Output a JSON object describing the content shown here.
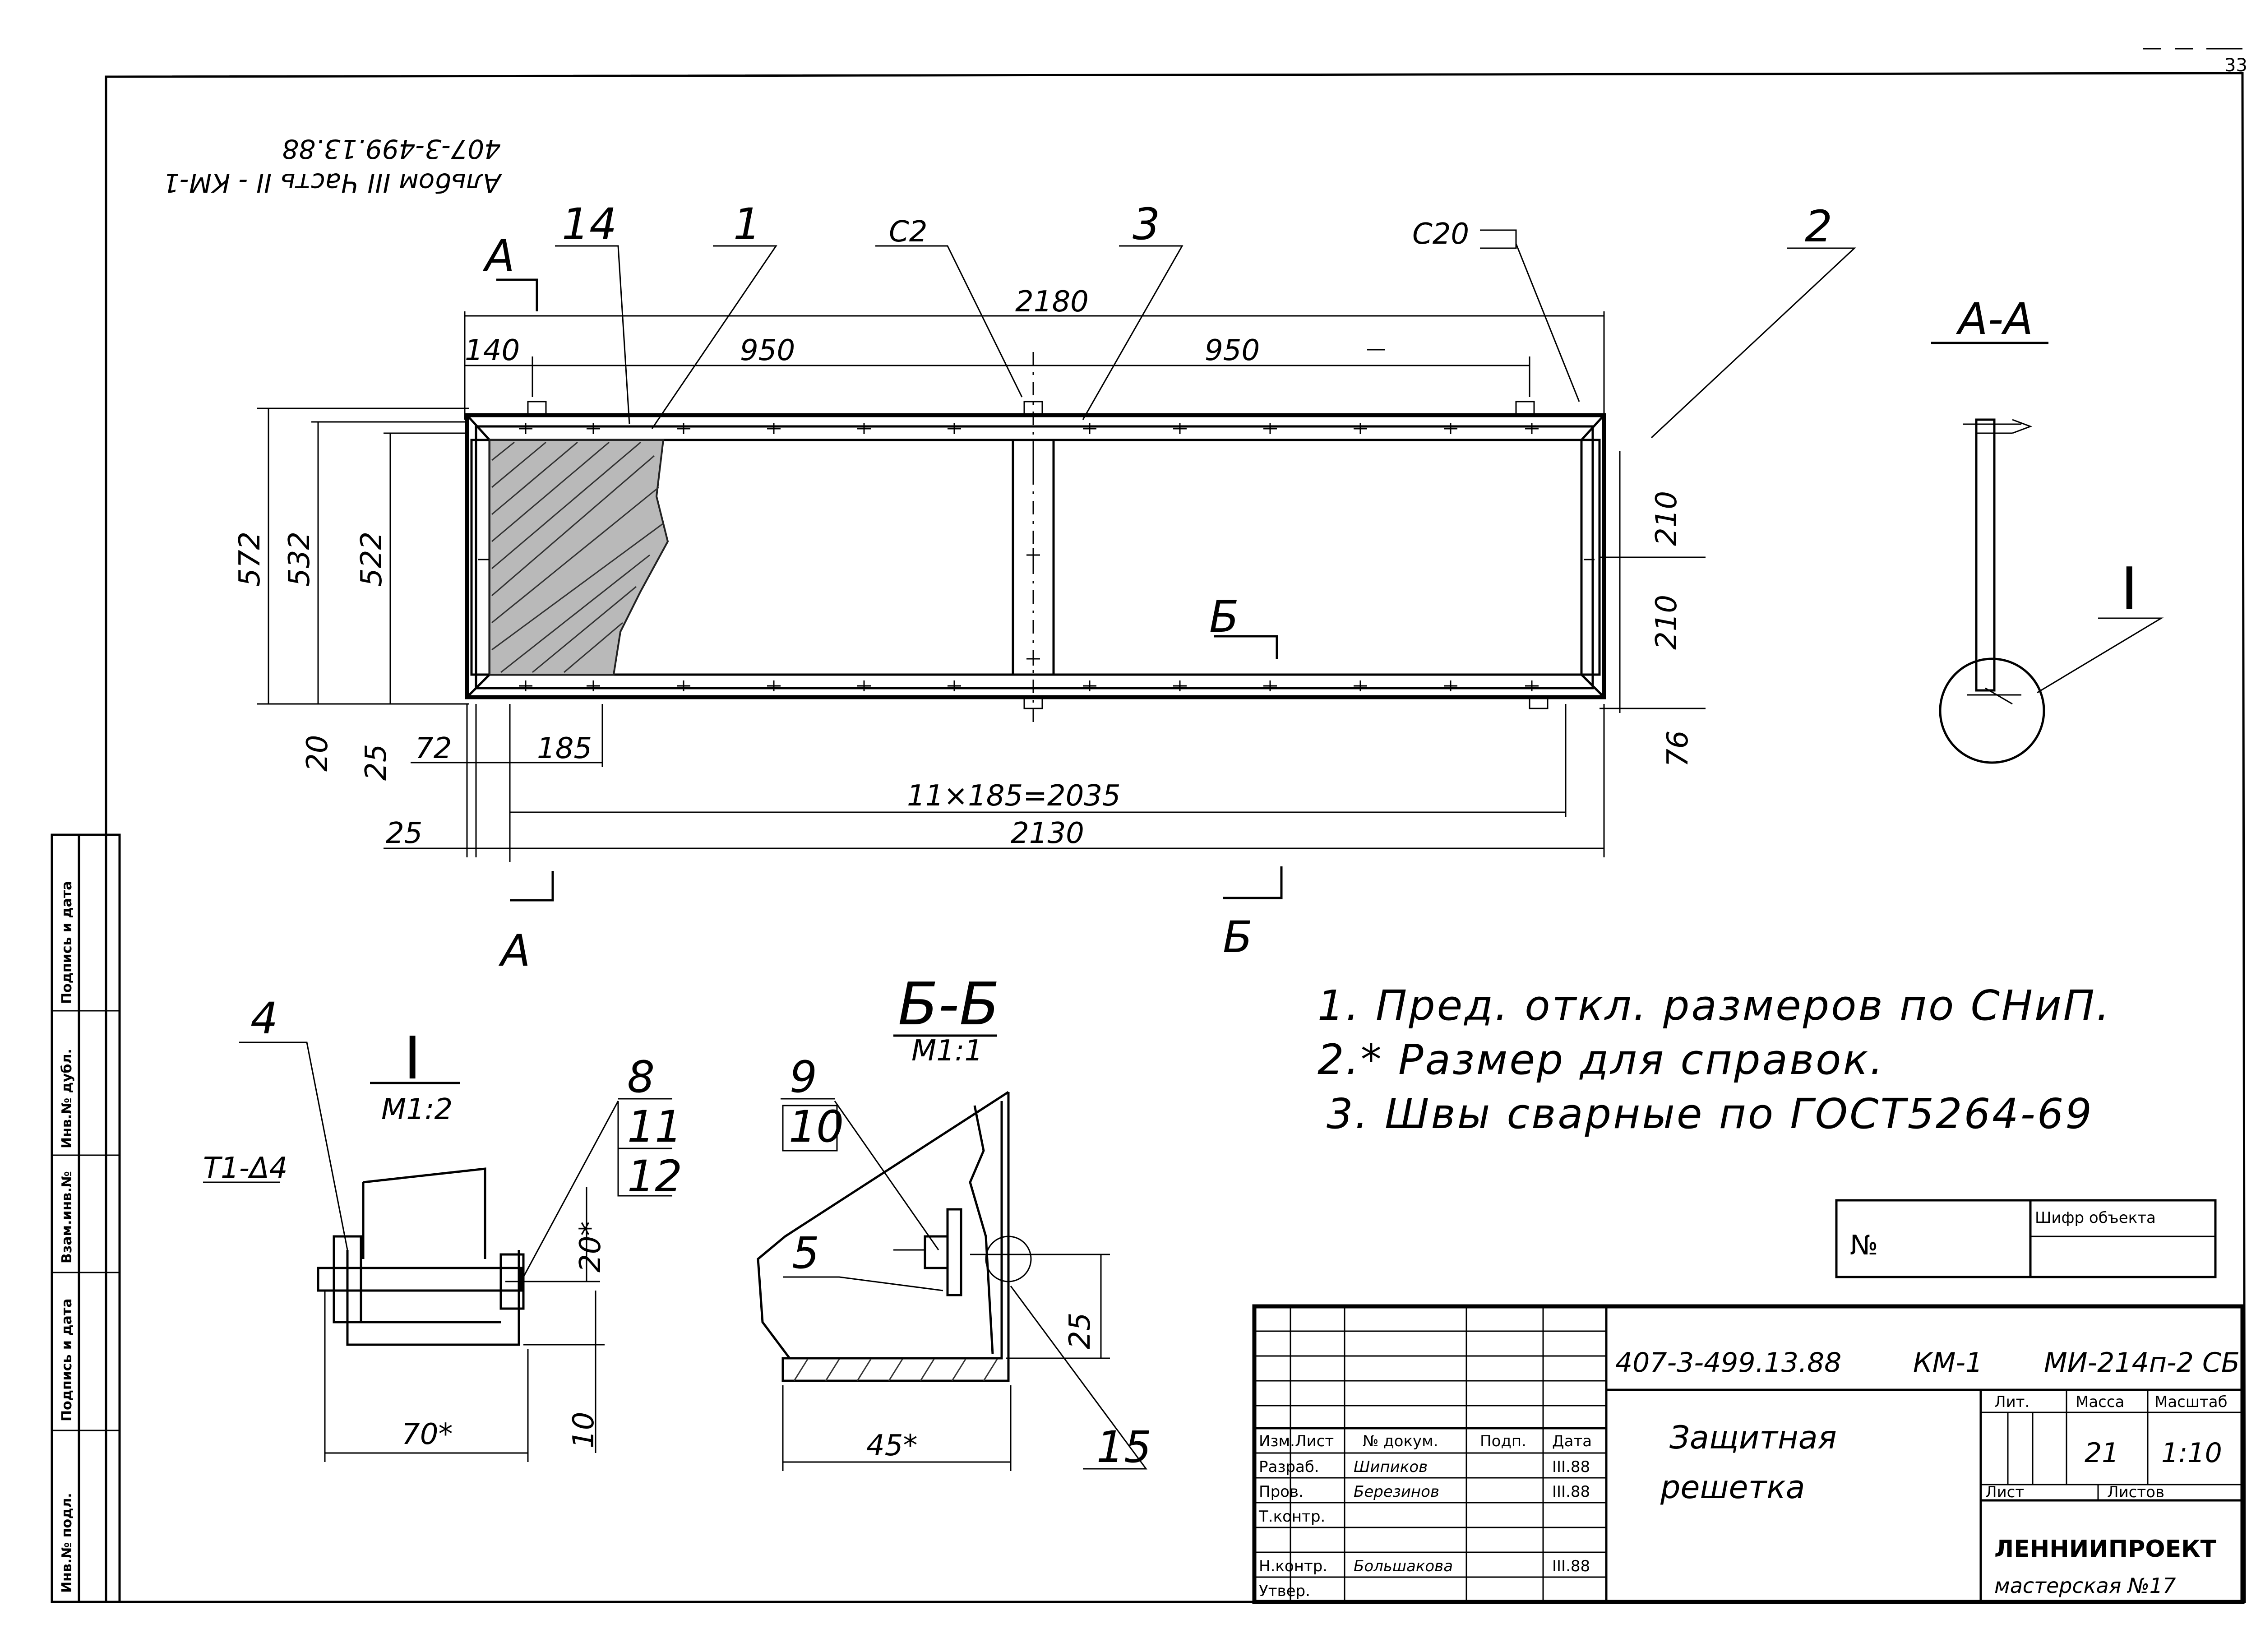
{
  "sheet": {
    "page_number": "33",
    "album_stamp_line1": "407-3-499.13.88",
    "album_stamp_line2": "Альбом III Часть II - КМ-1"
  },
  "main_view": {
    "section_mark_a": "А",
    "section_mark_b": "Б",
    "item_labels": [
      "14",
      "1",
      "С2",
      "3",
      "С20",
      "2"
    ],
    "dimensions": {
      "overall_length": "2180",
      "left_offset": "140",
      "bay_1": "950",
      "bay_2": "950",
      "height_outer": "572",
      "height_mid": "532",
      "height_inner": "522",
      "right_upper": "210",
      "right_lower": "210",
      "bottom_left_20": "20",
      "bottom_left_25": "25",
      "edge_72": "72",
      "pitch_185": "185",
      "pitch_total": "11×185=2035",
      "inner_length": "2130",
      "left_25": "25",
      "right_76": "76"
    }
  },
  "section_aa": {
    "title": "А-А",
    "callout": "I"
  },
  "detail_i": {
    "title": "I",
    "scale": "М1:2",
    "labels": [
      "4",
      "8",
      "11",
      "12"
    ],
    "weld_symbol": "Т1-Δ4",
    "dimensions": {
      "width": "70*",
      "height": "20*",
      "bottom": "10"
    }
  },
  "section_bb": {
    "title": "Б-Б",
    "scale": "М1:1",
    "labels": [
      "9",
      "10",
      "5",
      "15"
    ],
    "dimensions": {
      "width": "45*",
      "height": "25"
    }
  },
  "notes": [
    "1. Пред. откл. размеров по СНиП.",
    "2.* Размер для справок.",
    "3. Швы сварные по ГОСТ5264-69"
  ],
  "number_box": {
    "label": "№",
    "header": "Шифр объекта"
  },
  "title_block": {
    "document_code": "407-3-499.13.88",
    "mark": "КМ-1",
    "drawing_code": "МИ-214п-2 СБ",
    "title_line1": "Защитная",
    "title_line2": "решетка",
    "col_headers": [
      "Изм.",
      "Лист",
      "№ докум.",
      "Подп.",
      "Дата"
    ],
    "rows": [
      {
        "role": "Разраб.",
        "name": "Шипиков",
        "date": "III.88"
      },
      {
        "role": "Пров.",
        "name": "Березинов",
        "date": "III.88"
      },
      {
        "role": "Т.контр.",
        "name": "",
        "date": ""
      },
      {
        "role": "Н.контр.",
        "name": "Большакова",
        "date": "III.88"
      },
      {
        "role": "Утвер.",
        "name": "",
        "date": ""
      }
    ],
    "lit_header": "Лит.",
    "mass_header": "Масса",
    "scale_header": "Масштаб",
    "mass_value": "21",
    "scale_value": "1:10",
    "sheet_label": "Лист",
    "sheets_label": "Листов",
    "organization": "ЛЕННИИПРОЕКТ",
    "workshop": "мастерская №17"
  },
  "side_strip": [
    "Инв.№ подл.",
    "Подпись и дата",
    "Взам.инв.№",
    "Инв.№ дубл.",
    "Подпись и дата"
  ]
}
